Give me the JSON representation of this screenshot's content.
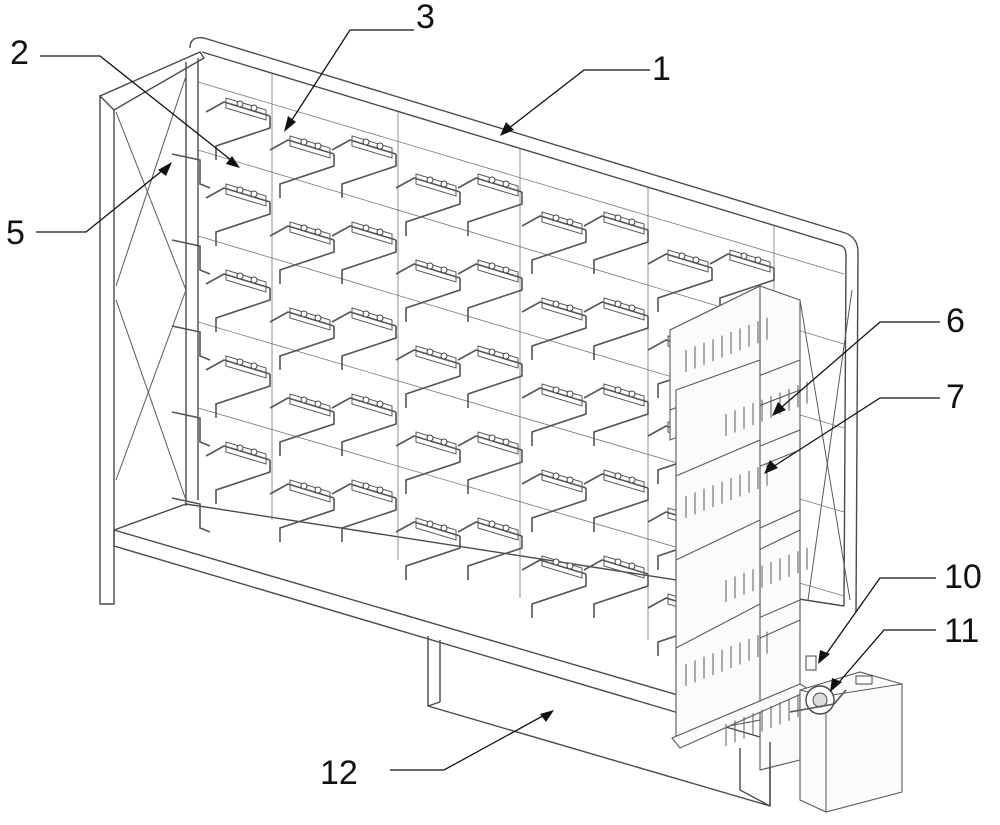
{
  "labels": {
    "l1": "1",
    "l2": "2",
    "l3": "3",
    "l5": "5",
    "l6": "6",
    "l7": "7",
    "l10": "10",
    "l11": "11",
    "l12": "12"
  },
  "colors": {
    "line": "#4a4a4a",
    "label": "#111111",
    "background": "#ffffff"
  }
}
